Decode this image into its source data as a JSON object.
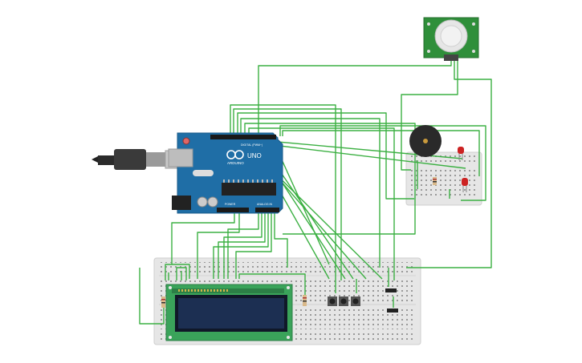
{
  "canvas": {
    "background": "#ffffff"
  },
  "arduino": {
    "brand": "ARDUINO",
    "model": "UNO",
    "digital_label": "DIGITAL (PWM~)",
    "power_label": "POWER",
    "analog_label": "ANALOG IN",
    "board_color": "#1f6ea6"
  },
  "colors": {
    "wire": "#3cb043",
    "breadboard": "#e6e6e6",
    "lcd_pcb": "#3aa35a",
    "lcd_screen": "#1c2f52",
    "pir_pcb": "#2f8f3a",
    "led": "#cc2222",
    "buzzer": "#2a2a2a"
  },
  "icons": {
    "usb": "usb-cable-icon",
    "pir": "pir-dome-icon",
    "buzzer": "piezo-buzzer-icon"
  }
}
